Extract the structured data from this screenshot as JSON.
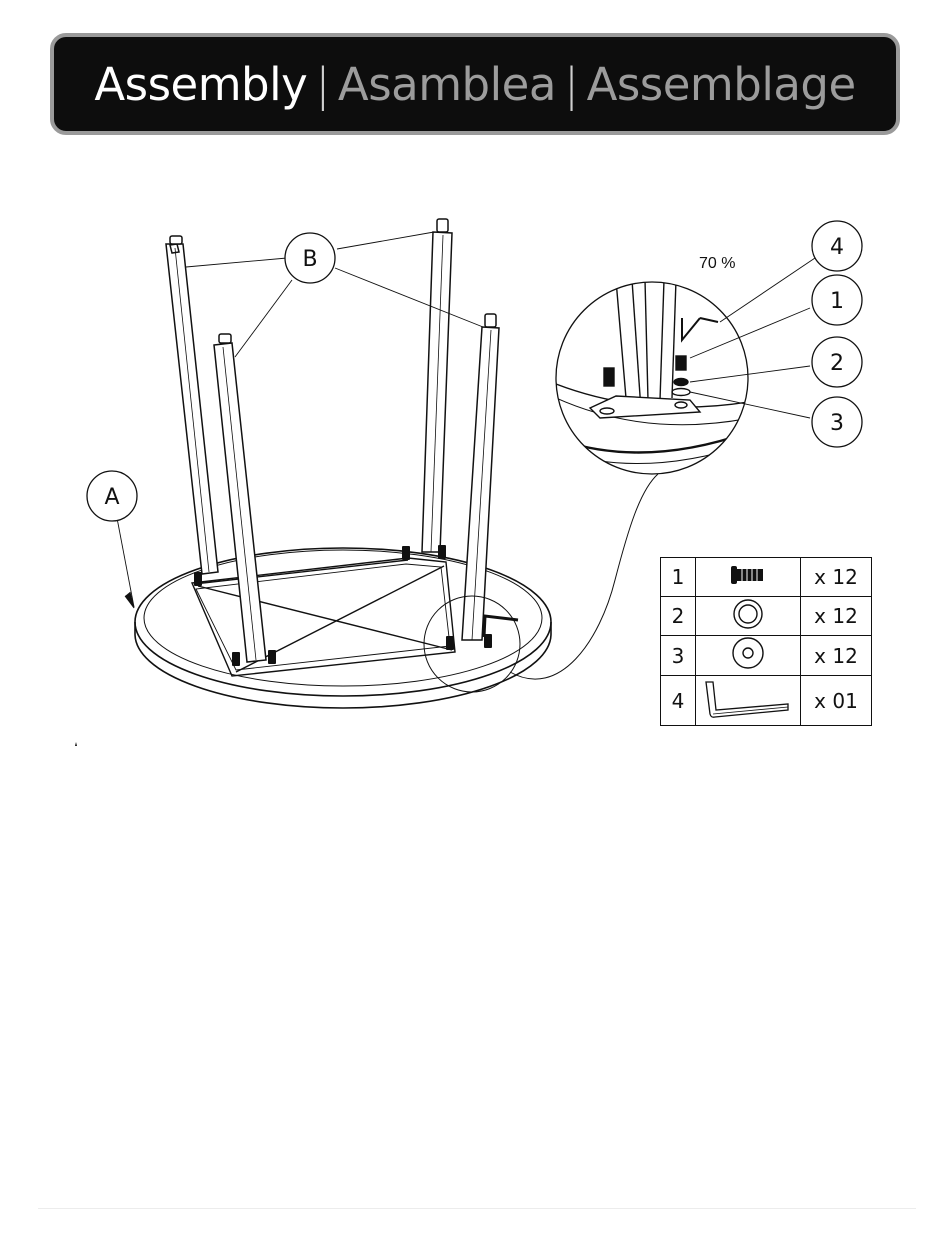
{
  "header": {
    "title_en": "Assembly",
    "separator": "|",
    "title_es": "Asamblea",
    "title_fr": "Assemblage"
  },
  "callouts": {
    "part_a": "A",
    "part_b": "B",
    "detail_4": "4",
    "detail_1": "1",
    "detail_2": "2",
    "detail_3": "3"
  },
  "detail_scale": "70 %",
  "hardware": [
    {
      "num": "1",
      "icon": "bolt-icon",
      "qty": "x 12"
    },
    {
      "num": "2",
      "icon": "lock-washer-icon",
      "qty": "x 12"
    },
    {
      "num": "3",
      "icon": "flat-washer-icon",
      "qty": "x 12"
    },
    {
      "num": "4",
      "icon": "allen-key-icon",
      "qty": "x 01"
    }
  ],
  "colors": {
    "banner_bg": "#0d0d0d",
    "banner_border": "#9a9a9a",
    "title_primary": "#ffffff",
    "title_secondary": "#9c9c9c"
  }
}
